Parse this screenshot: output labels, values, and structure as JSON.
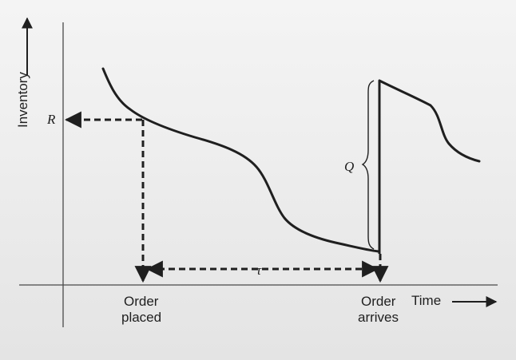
{
  "diagram": {
    "y_axis_label": "Inventory",
    "x_axis_label": "Time",
    "reorder_point_label": "R",
    "order_quantity_label": "Q",
    "lead_time_label": "τ",
    "order_placed_line1": "Order",
    "order_placed_line2": "placed",
    "order_arrives_line1": "Order",
    "order_arrives_line2": "arrives"
  }
}
